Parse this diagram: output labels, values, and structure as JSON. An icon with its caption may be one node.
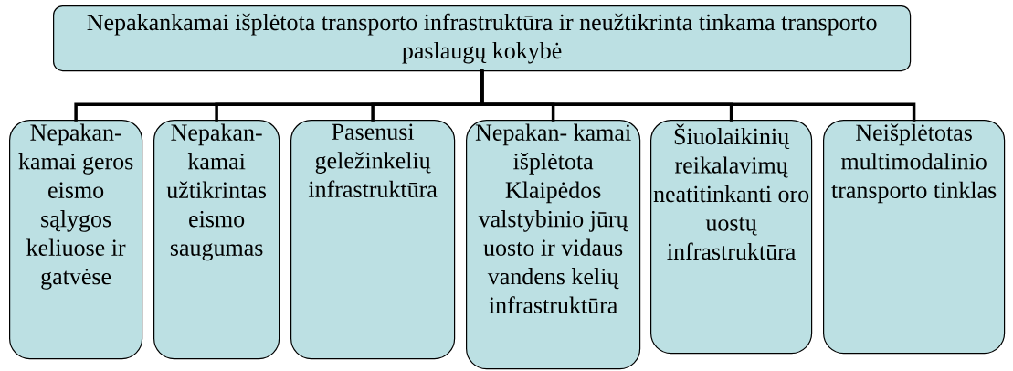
{
  "diagram": {
    "nodes": [
      {
        "text": [
          "Nepakankamai išplėtota transporto infrastruktūra ir neužtikrinta tinkama transporto paslaugų kokybė"
        ]
      },
      {
        "text": [
          "Nepakan- kamai geros eismo sąlygos keliuose ir gatvėse"
        ]
      },
      {
        "text": [
          "Nepakan- kamai užtikrintas eismo saugumas"
        ]
      },
      {
        "text": [
          "Pasenusi geležinkelių infrastruktūra"
        ]
      },
      {
        "text": [
          "Nepakan- kamai išplėtota Klaipėdos valstybinio jūrų uosto ir vidaus vandens kelių infrastruktūra"
        ]
      },
      {
        "text": [
          "Šiuolaikinių reikalavimų neatitinkanti oro uostų infrastruktūra"
        ]
      },
      {
        "text": [
          "Neišplėtotas multimodalinio transporto tinklas"
        ]
      }
    ],
    "edges": [
      {
        "from": 0,
        "to": 1,
        "arrow": "none"
      },
      {
        "from": 0,
        "to": 2,
        "arrow": "none"
      },
      {
        "from": 0,
        "to": 3,
        "arrow": "none"
      },
      {
        "from": 0,
        "to": 4,
        "arrow": "none"
      },
      {
        "from": 0,
        "to": 5,
        "arrow": "none"
      },
      {
        "from": 0,
        "to": 6,
        "arrow": "none"
      }
    ]
  }
}
